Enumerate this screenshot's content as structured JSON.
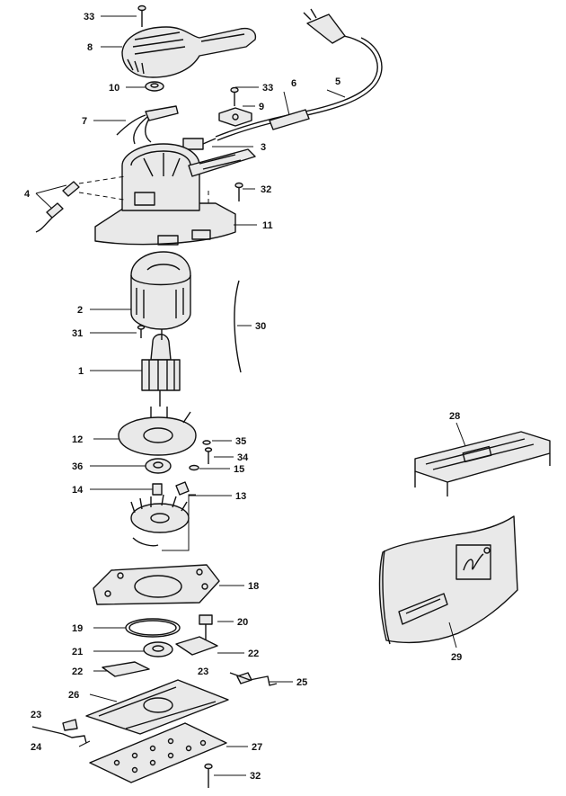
{
  "callouts": [
    {
      "id": "33a",
      "label": "33"
    },
    {
      "id": "8",
      "label": "8"
    },
    {
      "id": "10",
      "label": "10"
    },
    {
      "id": "7",
      "label": "7"
    },
    {
      "id": "33b",
      "label": "33"
    },
    {
      "id": "9",
      "label": "9"
    },
    {
      "id": "6",
      "label": "6"
    },
    {
      "id": "5",
      "label": "5"
    },
    {
      "id": "3",
      "label": "3"
    },
    {
      "id": "4",
      "label": "4"
    },
    {
      "id": "32a",
      "label": "32"
    },
    {
      "id": "11",
      "label": "11"
    },
    {
      "id": "2",
      "label": "2"
    },
    {
      "id": "30",
      "label": "30"
    },
    {
      "id": "31",
      "label": "31"
    },
    {
      "id": "1",
      "label": "1"
    },
    {
      "id": "28",
      "label": "28"
    },
    {
      "id": "12",
      "label": "12"
    },
    {
      "id": "35",
      "label": "35"
    },
    {
      "id": "34",
      "label": "34"
    },
    {
      "id": "36",
      "label": "36"
    },
    {
      "id": "15",
      "label": "15"
    },
    {
      "id": "14",
      "label": "14"
    },
    {
      "id": "13",
      "label": "13"
    },
    {
      "id": "18",
      "label": "18"
    },
    {
      "id": "29",
      "label": "29"
    },
    {
      "id": "19",
      "label": "19"
    },
    {
      "id": "20",
      "label": "20"
    },
    {
      "id": "21",
      "label": "21"
    },
    {
      "id": "22a",
      "label": "22"
    },
    {
      "id": "22b",
      "label": "22"
    },
    {
      "id": "23a",
      "label": "23"
    },
    {
      "id": "25",
      "label": "25"
    },
    {
      "id": "26",
      "label": "26"
    },
    {
      "id": "23b",
      "label": "23"
    },
    {
      "id": "24",
      "label": "24"
    },
    {
      "id": "27",
      "label": "27"
    },
    {
      "id": "32b",
      "label": "32"
    }
  ],
  "icons": {
    "dust_bag_logo": "brand-logo-icon"
  }
}
